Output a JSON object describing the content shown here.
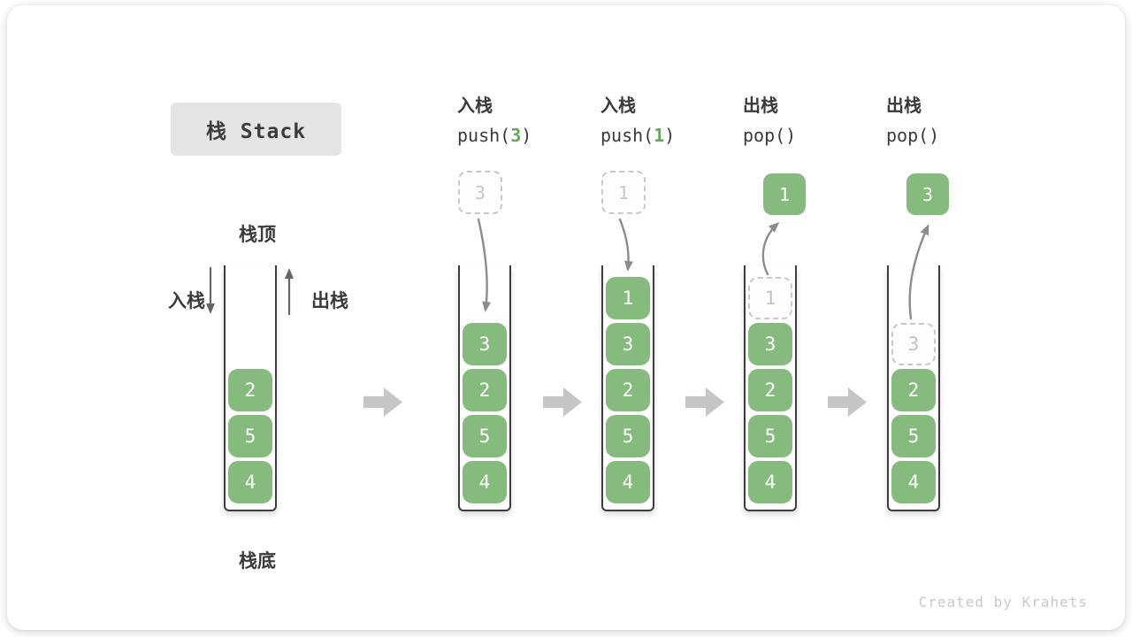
{
  "title": "栈 Stack",
  "watermark": "Created by Krahets",
  "static_labels": {
    "stack_top": "栈顶",
    "stack_bottom": "栈底",
    "push_side": "入栈",
    "pop_side": "出栈"
  },
  "colors": {
    "item_green": "#86bb7e",
    "code_green": "#62a855",
    "label_dark": "#3a3a3a",
    "arrow_gray": "#8c8c8c",
    "block_arrow_gray": "#c6c6c6",
    "ghost_border": "#c9c9c9",
    "ghost_text": "#c3c3c3",
    "container_line": "#3d3d3d",
    "title_bg": "#e5e5e5"
  },
  "stacks": [
    {
      "name": "stack-initial",
      "operation": null,
      "floating": null,
      "items": [
        {
          "value": "2",
          "style": "solid"
        },
        {
          "value": "5",
          "style": "solid"
        },
        {
          "value": "4",
          "style": "solid"
        }
      ]
    },
    {
      "name": "stack-push-3",
      "operation": {
        "title": "入栈",
        "code_pre": "push(",
        "arg": "3",
        "code_post": ")"
      },
      "floating": {
        "value": "3",
        "style": "dashed"
      },
      "items": [
        {
          "value": "3",
          "style": "solid"
        },
        {
          "value": "2",
          "style": "solid"
        },
        {
          "value": "5",
          "style": "solid"
        },
        {
          "value": "4",
          "style": "solid"
        }
      ]
    },
    {
      "name": "stack-push-1",
      "operation": {
        "title": "入栈",
        "code_pre": "push(",
        "arg": "1",
        "code_post": ")"
      },
      "floating": {
        "value": "1",
        "style": "dashed"
      },
      "items": [
        {
          "value": "1",
          "style": "solid"
        },
        {
          "value": "3",
          "style": "solid"
        },
        {
          "value": "2",
          "style": "solid"
        },
        {
          "value": "5",
          "style": "solid"
        },
        {
          "value": "4",
          "style": "solid"
        }
      ]
    },
    {
      "name": "stack-pop-1",
      "operation": {
        "title": "出栈",
        "code_pre": "pop(",
        "arg": "",
        "code_post": ")"
      },
      "floating": {
        "value": "1",
        "style": "solid"
      },
      "items": [
        {
          "value": "1",
          "style": "ghost"
        },
        {
          "value": "3",
          "style": "solid"
        },
        {
          "value": "2",
          "style": "solid"
        },
        {
          "value": "5",
          "style": "solid"
        },
        {
          "value": "4",
          "style": "solid"
        }
      ]
    },
    {
      "name": "stack-pop-3",
      "operation": {
        "title": "出栈",
        "code_pre": "pop(",
        "arg": "",
        "code_post": ")"
      },
      "floating": {
        "value": "3",
        "style": "solid"
      },
      "items": [
        {
          "value": "3",
          "style": "ghost"
        },
        {
          "value": "2",
          "style": "solid"
        },
        {
          "value": "5",
          "style": "solid"
        },
        {
          "value": "4",
          "style": "solid"
        }
      ]
    }
  ]
}
